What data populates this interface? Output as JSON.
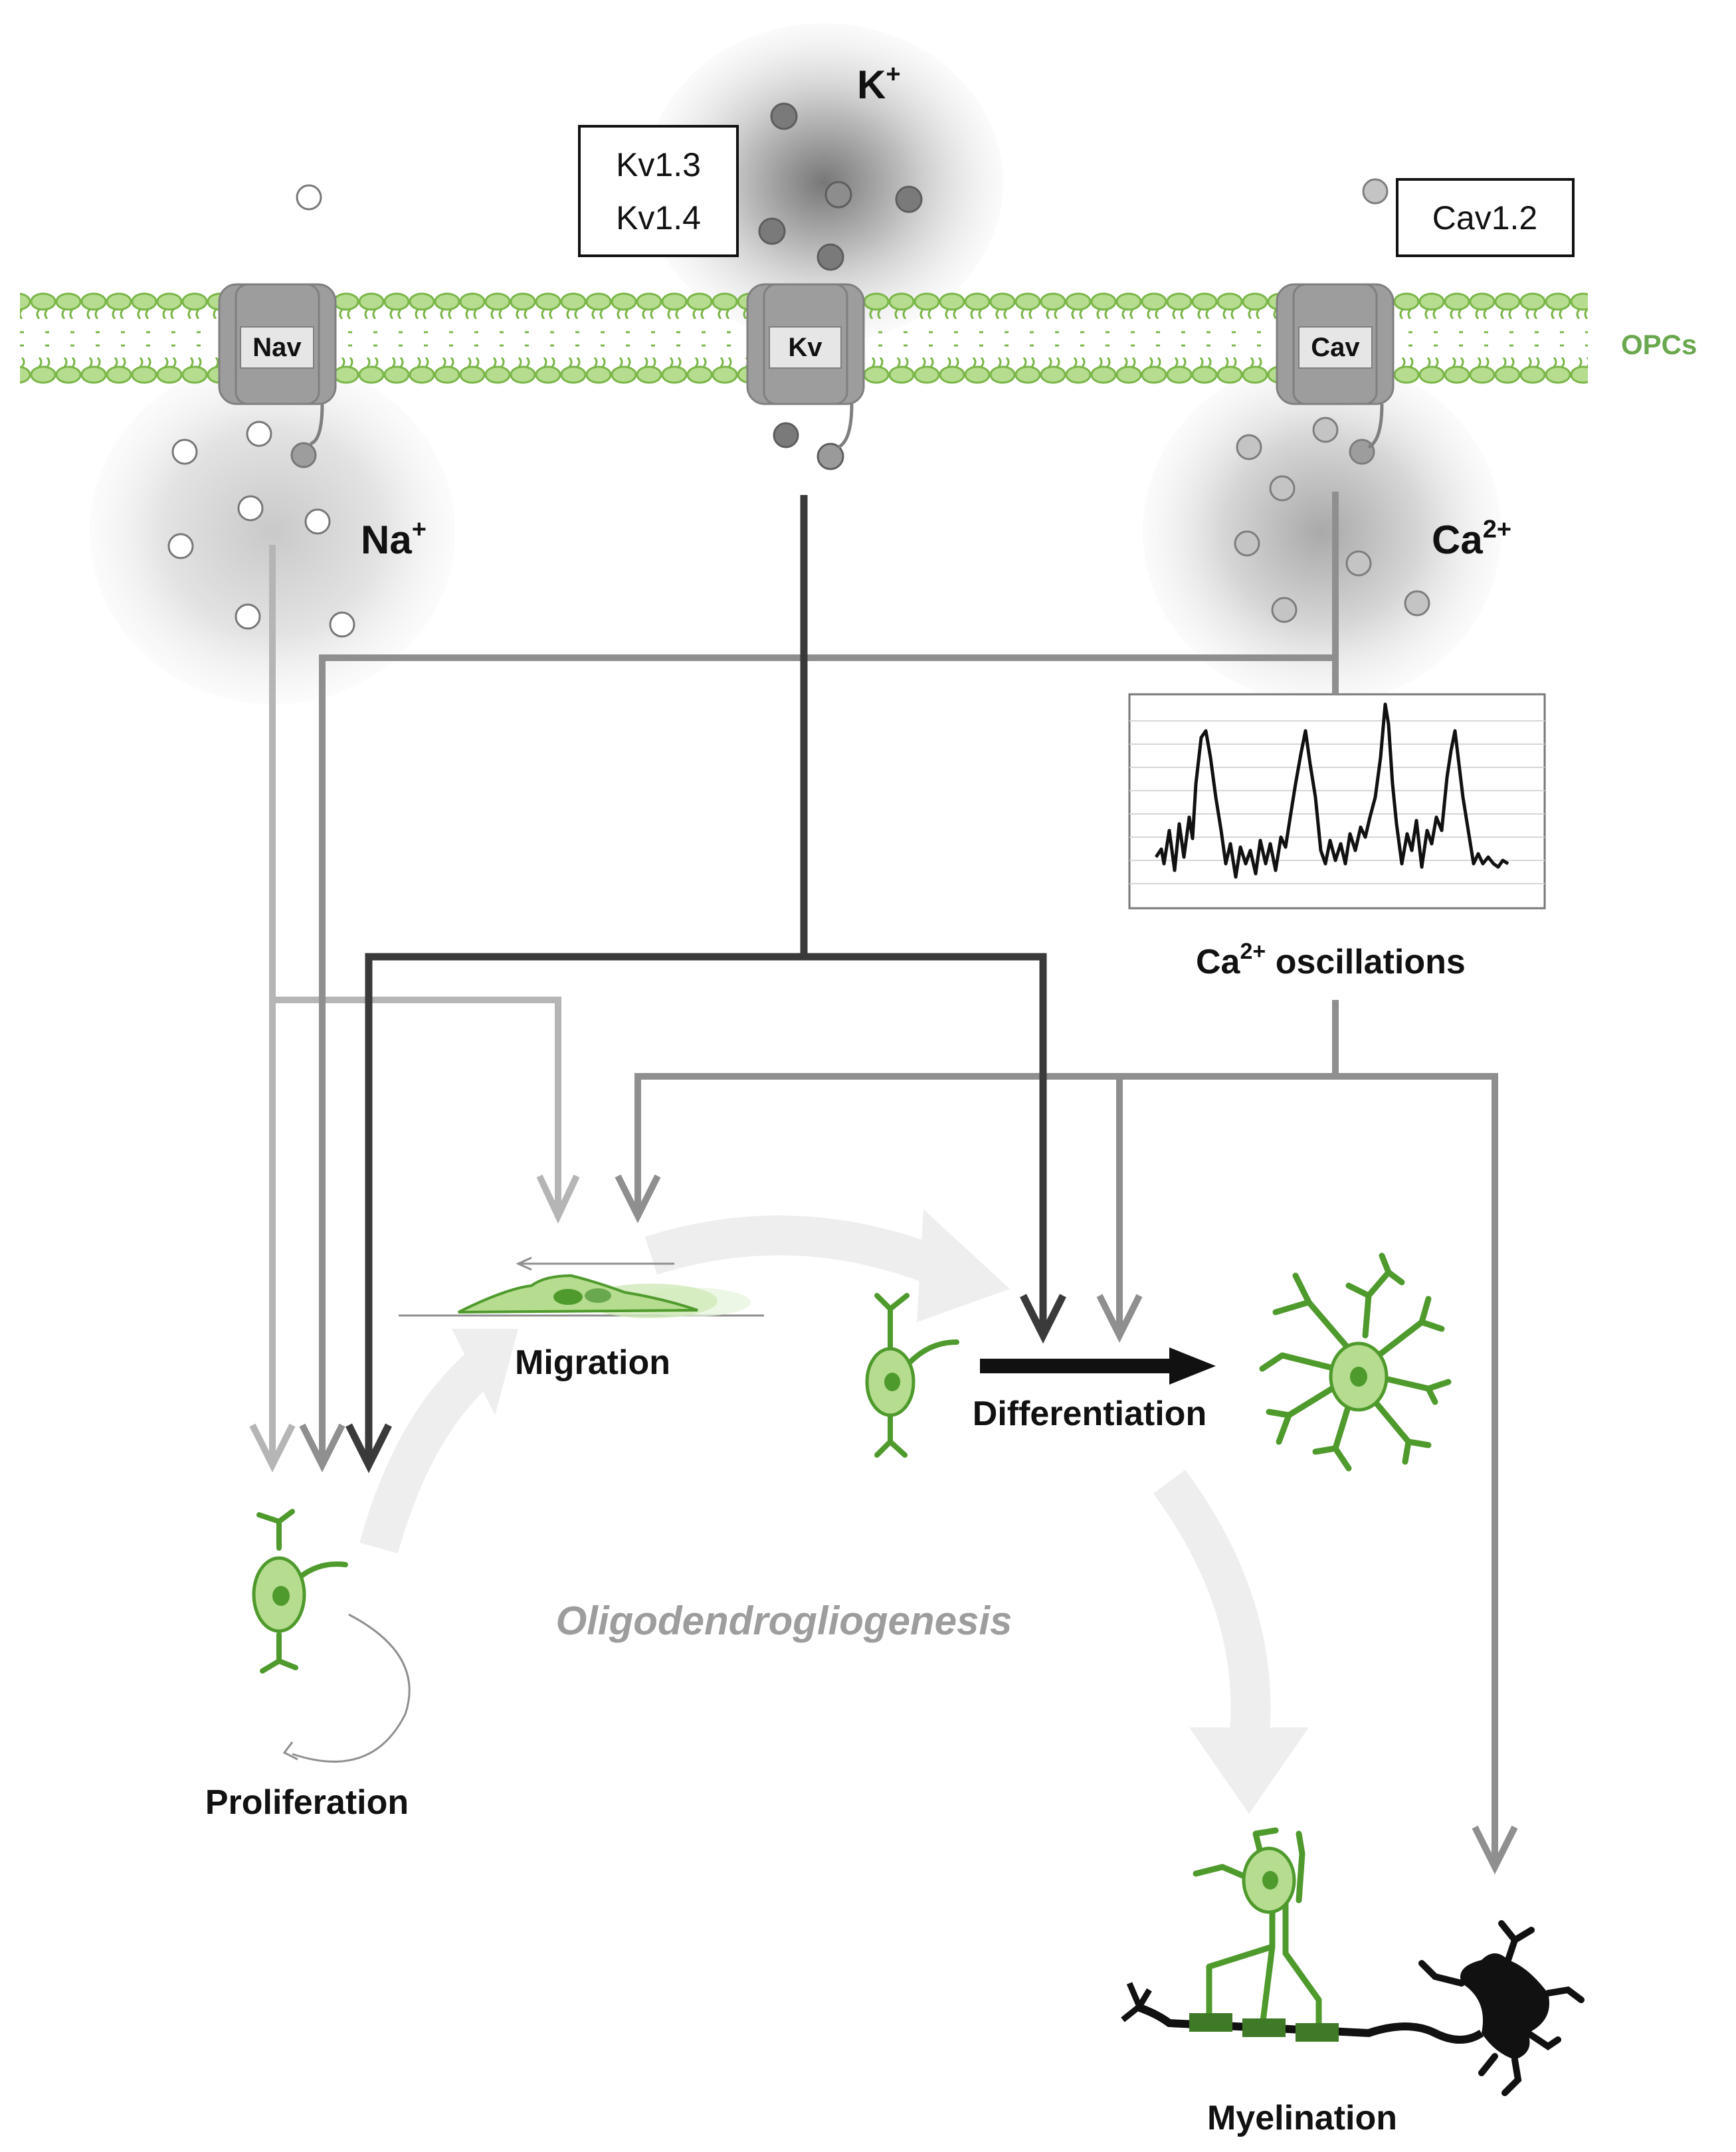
{
  "ions": {
    "potassium": {
      "symbol": "K",
      "charge": "+"
    },
    "sodium": {
      "symbol": "Na",
      "charge": "+"
    },
    "calcium": {
      "symbol": "Ca",
      "charge": "2+"
    }
  },
  "channels": {
    "nav": "Nav",
    "kv": "Kv",
    "cav": "Cav"
  },
  "subtype_boxes": {
    "kv_line1": "Kv1.3",
    "kv_line2": "Kv1.4",
    "cav": "Cav1.2"
  },
  "membrane_label": "OPCs",
  "oscillations_label": {
    "symbol": "Ca",
    "charge": "2+",
    "text": " oscillations"
  },
  "processes": {
    "migration": "Migration",
    "differentiation": "Differentiation",
    "proliferation": "Proliferation",
    "myelination": "Myelination"
  },
  "cycle_label": "Oligodendrogliogenesis",
  "colors": {
    "membrane_green": "#7ab648",
    "membrane_dark": "#5c9a32",
    "cell_green": "#4f9a2c",
    "cell_fill": "#b5dc8f",
    "channel_gray": "#9d9d9d",
    "sodium_path": "#b5b5b5",
    "calcium_path": "#8f8f8f",
    "potassium_path": "#3a3a3a",
    "cycle_arrow": "#ececec",
    "opcs_label": "#6aa84f"
  }
}
